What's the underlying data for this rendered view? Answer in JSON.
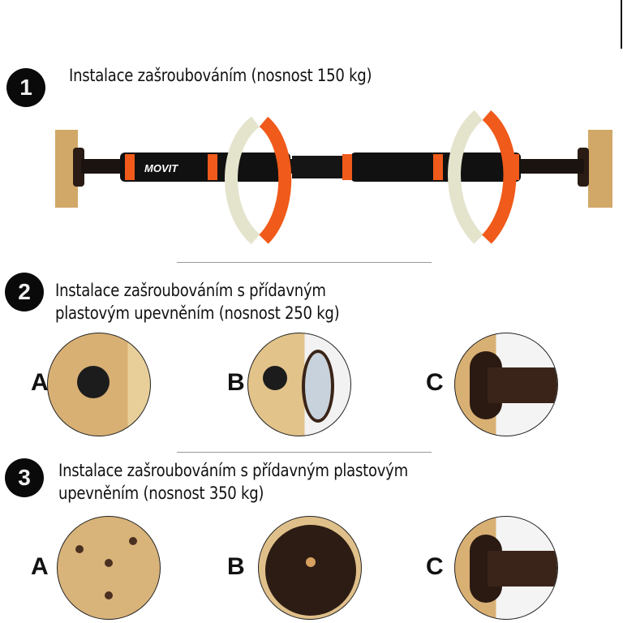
{
  "sections": [
    {
      "number": "1",
      "title_lines": [
        "Instalace zašroubováním (nosnost 150 kg)"
      ]
    },
    {
      "number": "2",
      "title_lines": [
        "Instalace zašroubováním s přídavným",
        "plastovým upevněním (nosnost 250 kg)"
      ],
      "variants": [
        "A",
        "B",
        "C"
      ]
    },
    {
      "number": "3",
      "title_lines": [
        "Instalace zašroubováním s přídavným plastovým",
        "upevněním (nosnost 350 kg)"
      ],
      "variants": [
        "A",
        "B",
        "C"
      ]
    }
  ],
  "product": {
    "brand_logo": "MOVIT"
  },
  "colors": {
    "accent_orange": "#f05a1a",
    "rotation_arrow_light": "#e4e3cc",
    "wood": "#d2a868",
    "foam": "#111111"
  }
}
